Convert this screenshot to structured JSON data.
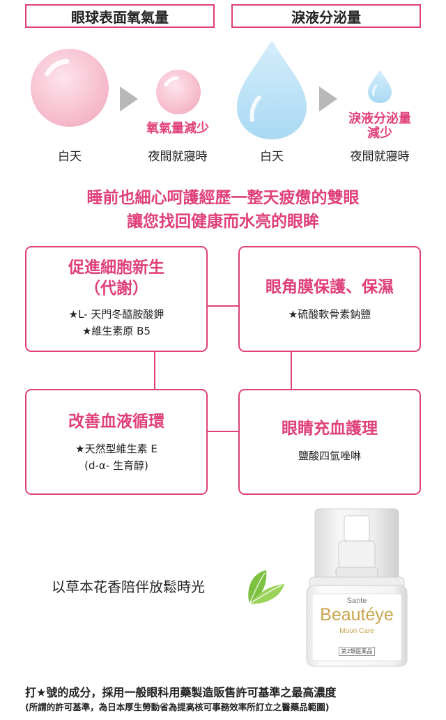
{
  "header": {
    "left_label": "眼球表面氧氣量",
    "right_label": "淚液分泌量"
  },
  "comparison": {
    "left": {
      "day_label": "白天",
      "night_label": "夜間就寢時",
      "reduce_note": "氧氣量減少"
    },
    "right": {
      "day_label": "白天",
      "night_label": "夜間就寢時",
      "reduce_note_line1": "淚液分泌量",
      "reduce_note_line2": "減少"
    }
  },
  "headline": {
    "line1": "睡前也細心呵護經歷一整天疲憊的雙眼",
    "line2": "讓您找回健康而水亮的眼眸"
  },
  "benefits": [
    {
      "title_line1": "促進細胞新生",
      "title_line2": "（代謝）",
      "body": [
        "★L- 天門冬醯胺酸鉀",
        "★維生素原 B5"
      ]
    },
    {
      "title_line1": "眼角膜保護、保濕",
      "body": [
        "★硫酸軟骨素鈉鹽"
      ]
    },
    {
      "title_line1": "改善血液循環",
      "body": [
        "★天然型維生素 E",
        "(d-α- 生育醇)"
      ]
    },
    {
      "title_line1": "眼睛充血護理",
      "body": [
        "鹽酸四氫唑啉"
      ]
    }
  ],
  "product": {
    "tagline": "以草本花香陪伴放鬆時光",
    "brand_small": "Sante",
    "brand_main": "Beautéye",
    "sub": "Moon Care",
    "badge": "第2類医薬品"
  },
  "footnote": {
    "line1": "打★號的成分，採用一般眼科用藥製造販售許可基準之最高濃度",
    "line2": "(所謂的許可基準，為日本厚生勞動省為提高核可事務效率所訂立之醫藥品範圍)"
  },
  "colors": {
    "accent_pink": "#e0407a",
    "bubble_pink": "#f8c9d6",
    "drop_blue": "#bfe3f6",
    "arrow_gray": "#b8b8b8",
    "leaf_green": "#7cc142"
  }
}
